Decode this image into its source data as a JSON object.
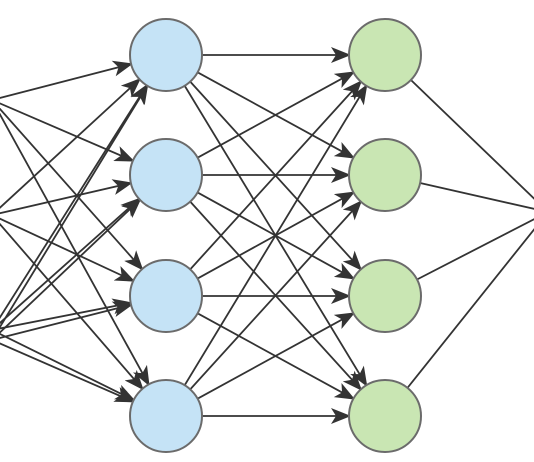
{
  "diagram": {
    "type": "neural-network",
    "layers": [
      {
        "name": "input-layer",
        "neurons": 4,
        "visible": "partial"
      },
      {
        "name": "hidden-layer-1",
        "neurons": 4,
        "fill": "#c5e3f6"
      },
      {
        "name": "hidden-layer-2",
        "neurons": 4,
        "fill": "#c9e6b3"
      },
      {
        "name": "output-layer",
        "neurons": 1,
        "visible": "partial"
      }
    ],
    "connections": "fully-connected",
    "colors": {
      "hidden_1_fill": "#c5e3f6",
      "hidden_2_fill": "#c9e6b3",
      "node_stroke": "#6b6b6b",
      "edge": "#333333",
      "background": "#ffffff"
    }
  }
}
